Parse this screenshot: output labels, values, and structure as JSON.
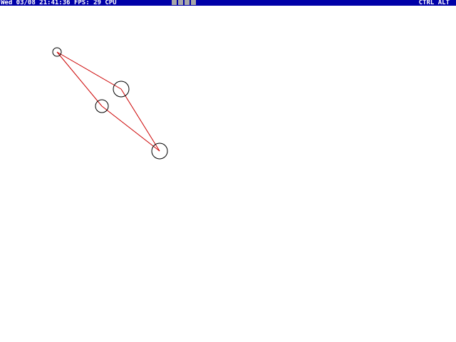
{
  "status_bar": {
    "datetime": "Wed 03/08 21:41:36",
    "fps_label": "FPS:",
    "fps_value": "29",
    "cpu_label": "CPU",
    "cpu_meter_cells": 4,
    "modifier_keys": "CTRL ALT",
    "colors": {
      "background": "#0000a8",
      "text": "#ffffff",
      "cpu_meter": "#a8a8a8"
    }
  },
  "scene": {
    "colors": {
      "background": "#ffffff",
      "node_stroke": "#000000",
      "edge_stroke": "#cc0000"
    }
  }
}
